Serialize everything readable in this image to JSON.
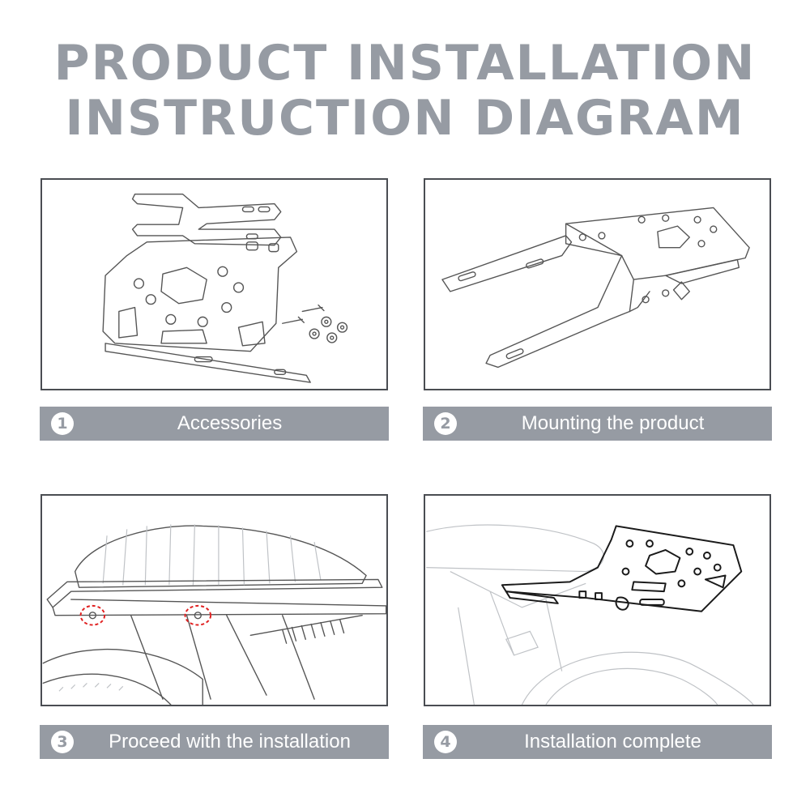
{
  "title": {
    "line1": "PRODUCT INSTALLATION",
    "line2": "INSTRUCTION DIAGRAM"
  },
  "steps": [
    {
      "number": "1",
      "label": "Accessories"
    },
    {
      "number": "2",
      "label": "Mounting the product"
    },
    {
      "number": "3",
      "label": "Proceed with the installation"
    },
    {
      "number": "4",
      "label": "Installation complete"
    }
  ],
  "colors": {
    "title_gray": "#969ba3",
    "caption_bar": "#969ba3",
    "panel_border": "#4a4d52",
    "highlight_marker": "#e02020"
  }
}
